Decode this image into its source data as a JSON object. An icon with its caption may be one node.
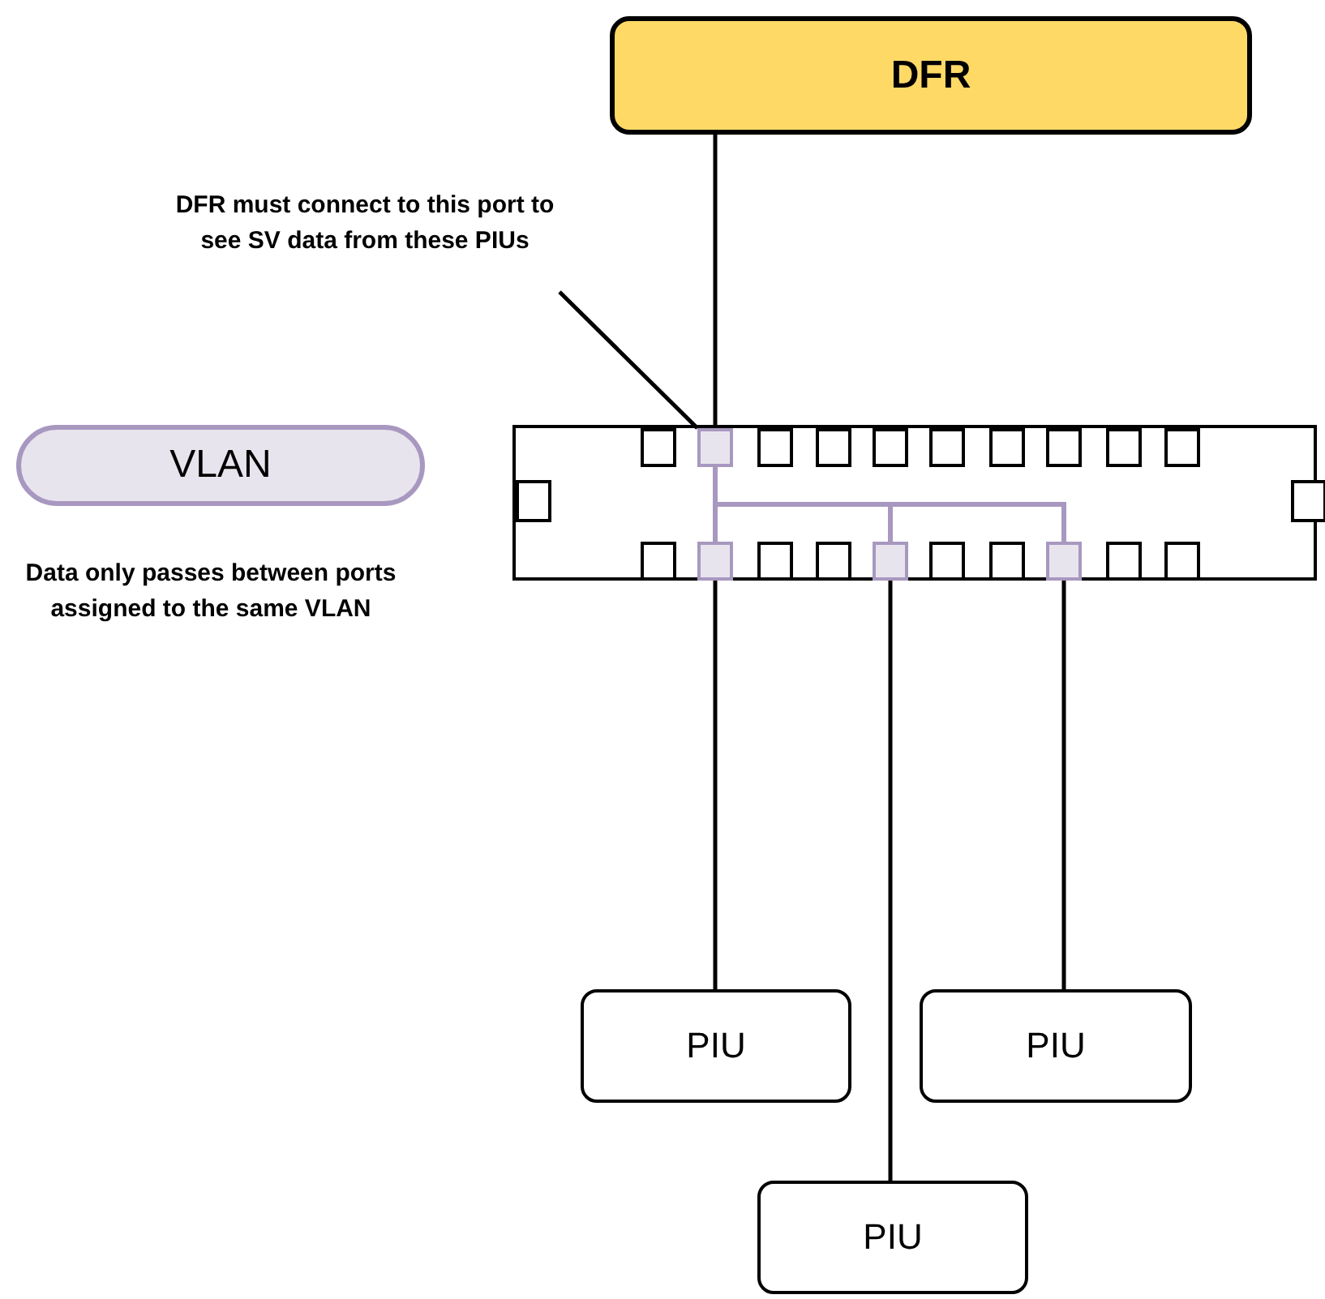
{
  "diagram": {
    "nodes": [
      {
        "text": [
          "DFR"
        ]
      },
      {
        "text": [
          "DFR must connect to this port to see SV data from these PIUs"
        ]
      },
      {
        "text": [],
        "shape": "box"
      },
      {
        "text": [],
        "shape": "box",
        "in": 2
      },
      {
        "text": [],
        "shape": "box",
        "in": 2
      },
      {
        "text": [],
        "shape": "box",
        "in": 2
      },
      {
        "text": [],
        "shape": "box",
        "in": 2
      },
      {
        "text": [
          "VLAN"
        ]
      },
      {
        "text": [
          "PIU"
        ]
      },
      {
        "text": [
          "PIU"
        ]
      },
      {
        "text": [
          "PIU"
        ]
      }
    ],
    "edges": [
      {
        "from": 0,
        "to": 3,
        "arrow": "none"
      },
      {
        "from": 1,
        "to": 3,
        "arrow": "none"
      },
      {
        "from": 4,
        "to": 8,
        "arrow": "none"
      },
      {
        "from": 5,
        "to": 10,
        "arrow": "none"
      },
      {
        "from": 6,
        "to": 9,
        "arrow": "none"
      },
      {
        "from": 3,
        "to": 4,
        "arrow": "none",
        "color": "#a898c0"
      },
      {
        "from": 3,
        "to": 5,
        "arrow": "none",
        "color": "#a898c0"
      },
      {
        "from": 3,
        "to": 6,
        "arrow": "none",
        "color": "#a898c0"
      }
    ],
    "labels": [
      "Data only passes between ports assigned to the same VLAN"
    ]
  }
}
